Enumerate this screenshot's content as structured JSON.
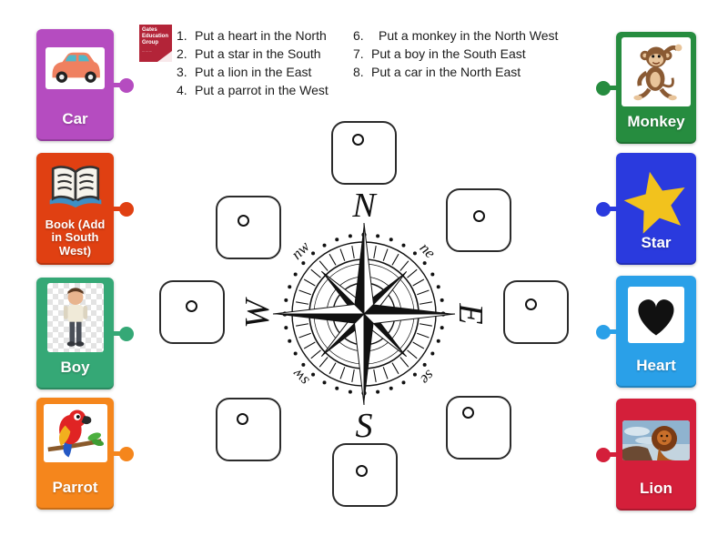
{
  "header": {
    "logo_text": "Gates Education Group",
    "instructions_left": [
      {
        "num": "1.",
        "text": "Put a heart in the North"
      },
      {
        "num": "2.",
        "text": "Put a star in the South"
      },
      {
        "num": "3.",
        "text": "Put a lion in the East"
      },
      {
        "num": "4.",
        "text": "Put a parrot in the West"
      }
    ],
    "instructions_right": [
      {
        "num": "6.",
        "text": "Put a monkey in the North West"
      },
      {
        "num": "7.",
        "text": "Put a boy in the South East"
      },
      {
        "num": "8.",
        "text": "Put a  car in the North East"
      }
    ]
  },
  "compass": {
    "n": "N",
    "e": "E",
    "s": "S",
    "w": "W",
    "nw": "nw",
    "ne": "ne",
    "sw": "sw",
    "se": "se"
  },
  "cards_left": [
    {
      "label": "Car",
      "color": "#b54cc0",
      "image": "car-illustration"
    },
    {
      "label": "Book (Add in South West)",
      "color": "#e04012",
      "image": "open-book-icon"
    },
    {
      "label": "Boy",
      "color": "#35a876",
      "image": "boy-illustration"
    },
    {
      "label": "Parrot",
      "color": "#f5861c",
      "image": "parrot-illustration"
    }
  ],
  "cards_right": [
    {
      "label": "Monkey",
      "color": "#268c3f",
      "image": "monkey-illustration"
    },
    {
      "label": "Star",
      "color": "#2a3ade",
      "image": "star-icon"
    },
    {
      "label": "Heart",
      "color": "#2aa0e8",
      "image": "heart-icon"
    },
    {
      "label": "Lion",
      "color": "#d41f3a",
      "image": "lion-photo"
    }
  ],
  "drop_targets": [
    "north",
    "north-west",
    "north-east",
    "west",
    "east",
    "south-west",
    "south-east",
    "south"
  ]
}
